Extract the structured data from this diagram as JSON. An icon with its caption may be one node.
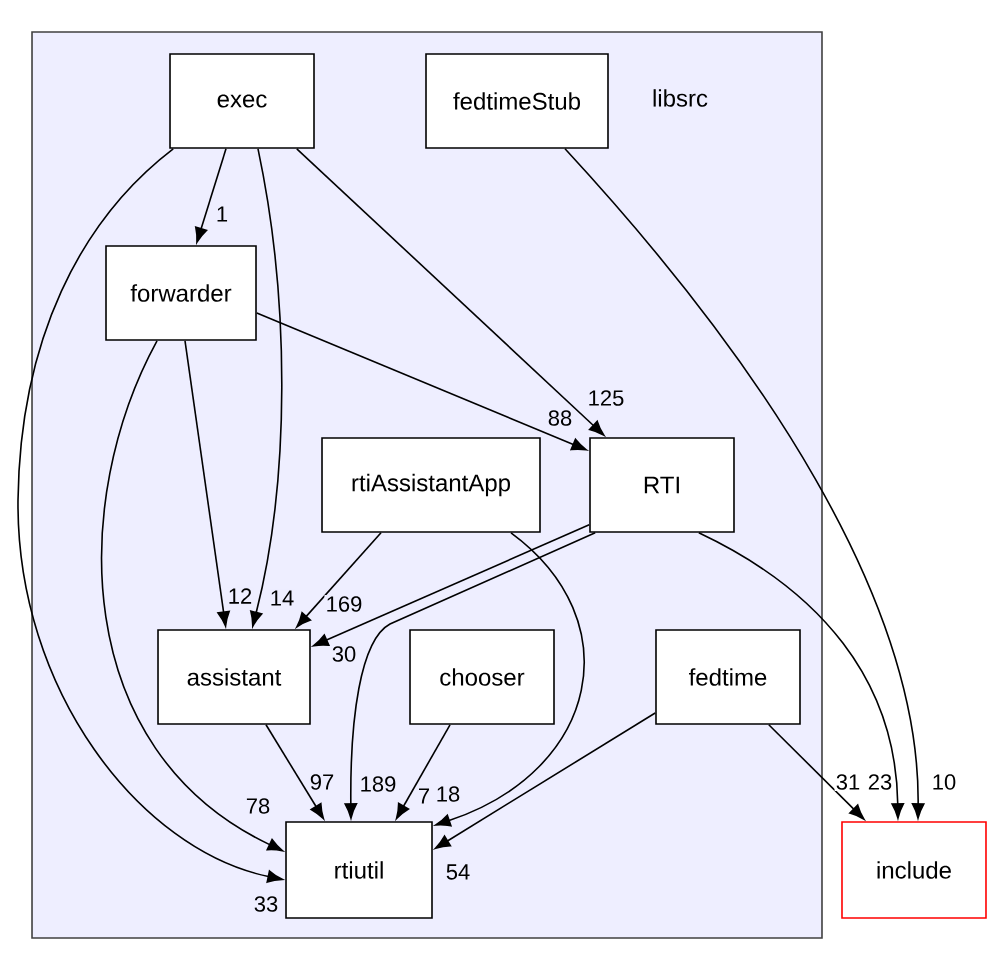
{
  "diagram": {
    "nodes": [
      {
        "text": [
          "libsrc"
        ]
      },
      {
        "text": [
          "exec"
        ],
        "in": 0
      },
      {
        "text": [
          "fedtimeStub"
        ],
        "in": 0
      },
      {
        "text": [
          "forwarder"
        ],
        "in": 0
      },
      {
        "text": [
          "rtiAssistantApp"
        ],
        "in": 0
      },
      {
        "text": [
          "RTI"
        ],
        "in": 0
      },
      {
        "text": [
          "assistant"
        ],
        "in": 0
      },
      {
        "text": [
          "chooser"
        ],
        "in": 0
      },
      {
        "text": [
          "fedtime"
        ],
        "in": 0
      },
      {
        "text": [
          "rtiutil"
        ],
        "in": 0
      },
      {
        "text": [
          "include"
        ]
      }
    ],
    "edges": [
      {
        "from": 1,
        "to": 3,
        "arrow": "to",
        "label": "1"
      },
      {
        "from": 1,
        "to": 6,
        "arrow": "to",
        "label": "14"
      },
      {
        "from": 1,
        "to": 5,
        "arrow": "to",
        "label": "125"
      },
      {
        "from": 1,
        "to": 9,
        "arrow": "to",
        "label": "33"
      },
      {
        "from": 3,
        "to": 6,
        "arrow": "to",
        "label": "12"
      },
      {
        "from": 3,
        "to": 5,
        "arrow": "to",
        "label": "88"
      },
      {
        "from": 3,
        "to": 9,
        "arrow": "to",
        "label": "78"
      },
      {
        "from": 2,
        "to": 10,
        "arrow": "to",
        "label": "10"
      },
      {
        "from": 4,
        "to": 6,
        "arrow": "to",
        "label": "169"
      },
      {
        "from": 4,
        "to": 9,
        "arrow": "to",
        "label": "18"
      },
      {
        "from": 5,
        "to": 6,
        "arrow": "to",
        "label": "30"
      },
      {
        "from": 5,
        "to": 9,
        "arrow": "to",
        "label": "189"
      },
      {
        "from": 5,
        "to": 10,
        "arrow": "to",
        "label": "23"
      },
      {
        "from": 7,
        "to": 9,
        "arrow": "to",
        "label": "7"
      },
      {
        "from": 6,
        "to": 9,
        "arrow": "to",
        "label": "97"
      },
      {
        "from": 8,
        "to": 9,
        "arrow": "to",
        "label": "54"
      },
      {
        "from": 8,
        "to": 10,
        "arrow": "to",
        "label": "31"
      }
    ]
  }
}
